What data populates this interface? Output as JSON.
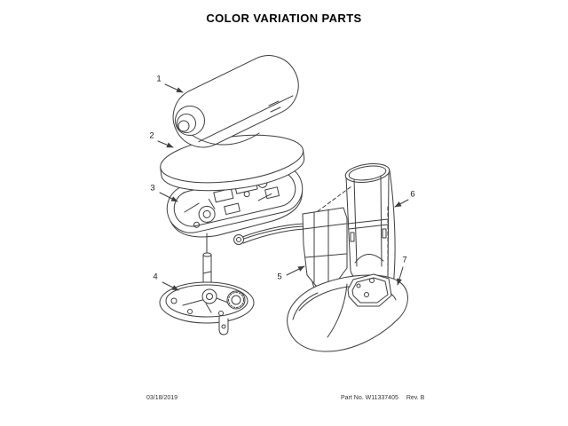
{
  "page": {
    "title": "COLOR VARIATION PARTS",
    "background_color": "#ffffff",
    "line_color": "#3d3d3d",
    "text_color": "#000000"
  },
  "diagram": {
    "description": "exploded-view-stand-mixer-color-parts",
    "parts": [
      {
        "label": "1"
      },
      {
        "label": "2"
      },
      {
        "label": "3"
      },
      {
        "label": "4"
      },
      {
        "label": "5"
      },
      {
        "label": "6"
      },
      {
        "label": "7"
      }
    ]
  },
  "footer": {
    "date": "03/18/2019",
    "part_no": "Part No. W11337405",
    "rev": "Rev. B"
  }
}
